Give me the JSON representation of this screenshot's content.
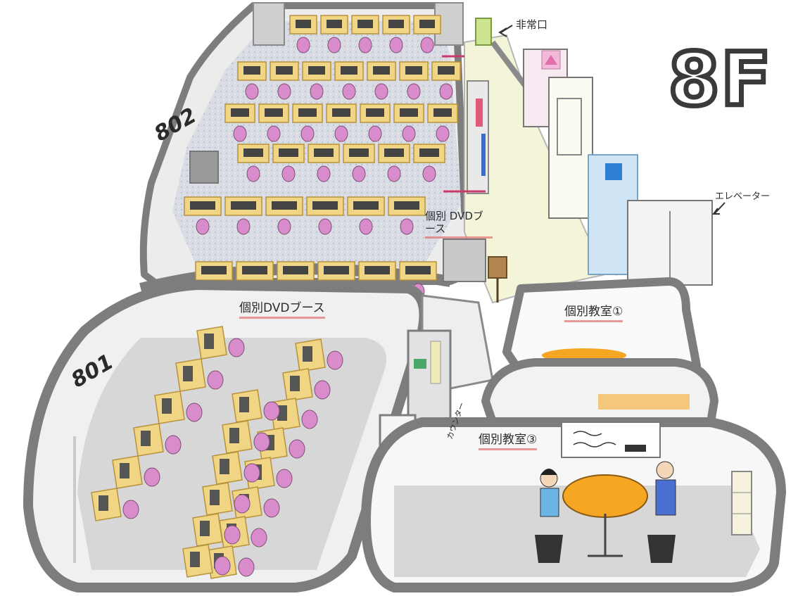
{
  "floor_label": "8F",
  "rooms": {
    "room_802": "802",
    "room_801": "801"
  },
  "labels": {
    "emergency_exit": "非常口",
    "elevator": "エレベーター",
    "dvd_booth_802": "個別 DVDブース",
    "dvd_booth_801": "個別DVDブース",
    "classroom_1": "個別教室①",
    "classroom_3": "個別教室③",
    "counter": "カウンター"
  },
  "colors": {
    "wall_gray": "#7d7d7d",
    "floor_gray": "#dcdcdc",
    "corridor_yellow": "#f3f4d8",
    "desk_yellow": "#f0d585",
    "chair_pink": "#d98ccb",
    "table_orange": "#f5a623",
    "elevator_blue": "#a9d2ee",
    "sign_pink": "#f2b8d8",
    "sign_blue": "#2f7fd6"
  },
  "icons": {
    "arrow": "arrow-icon",
    "exit_door": "exit-door-icon",
    "elevator": "elevator-icon"
  }
}
